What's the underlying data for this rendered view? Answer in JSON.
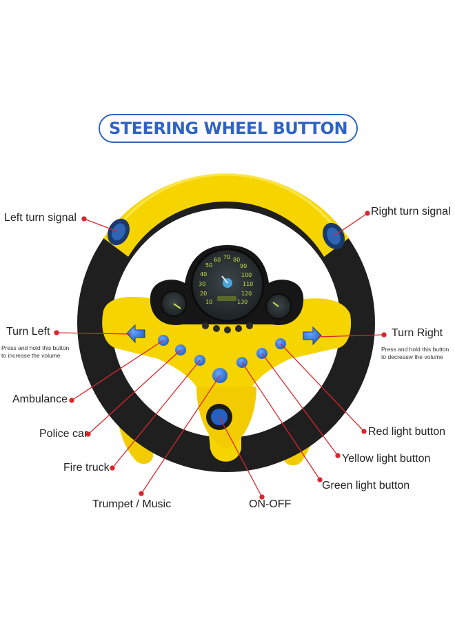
{
  "title": "STEERING WHEEL BUTTON",
  "labels": {
    "left_turn_signal": "Left turn signal",
    "right_turn_signal": "Right turn signal",
    "turn_left": "Turn Left",
    "turn_left_note_1": "Press and hold this button",
    "turn_left_note_2": "to increase the volume",
    "turn_right": "Turn Right",
    "turn_right_note_1": "Press and hold this button",
    "turn_right_note_2": "to decreasw the volume",
    "ambulance": "Ambulance",
    "police_car": "Police car",
    "fire_truck": "Fire truck",
    "trumpet_music": "Trumpet / Music",
    "on_off": "ON-OFF",
    "red_light_button": "Red light button",
    "yellow_light_button": "Yellow light button",
    "green_light_button": "Green light button"
  },
  "speedometer": {
    "ticks": [
      "10",
      "20",
      "30",
      "40",
      "50",
      "60",
      "70",
      "80",
      "90",
      "100",
      "110",
      "120",
      "130"
    ]
  },
  "colors": {
    "title_blue": "#2f63c6",
    "wheel_yellow": "#f6d400",
    "grip_black": "#1f1f1f",
    "button_blue": "#2b6fd3",
    "leader_red": "#d9262c"
  }
}
